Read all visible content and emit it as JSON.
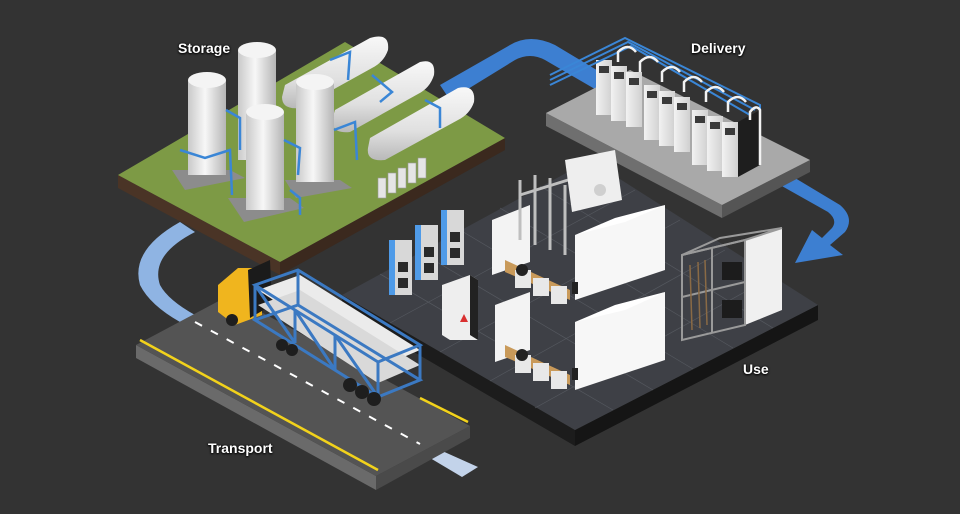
{
  "labels": {
    "storage": "Storage",
    "delivery": "Delivery",
    "use": "Use",
    "transport": "Transport"
  },
  "colors": {
    "background": "#333333",
    "flow_arrow": "#3d7fd1",
    "flow_arrow_light": "#8fb4e3",
    "grass": "#7d9a45",
    "soil": "#4a3426",
    "road": "#545454",
    "road_line": "#f2d21b",
    "truck_cab": "#f0b51e",
    "trailer_frame": "#3b79c2",
    "tank": "#e8e8e8",
    "pipe": "#3a86d6",
    "floor_tile": "#3e4046",
    "delivery_platform": "#a9a9a9"
  }
}
